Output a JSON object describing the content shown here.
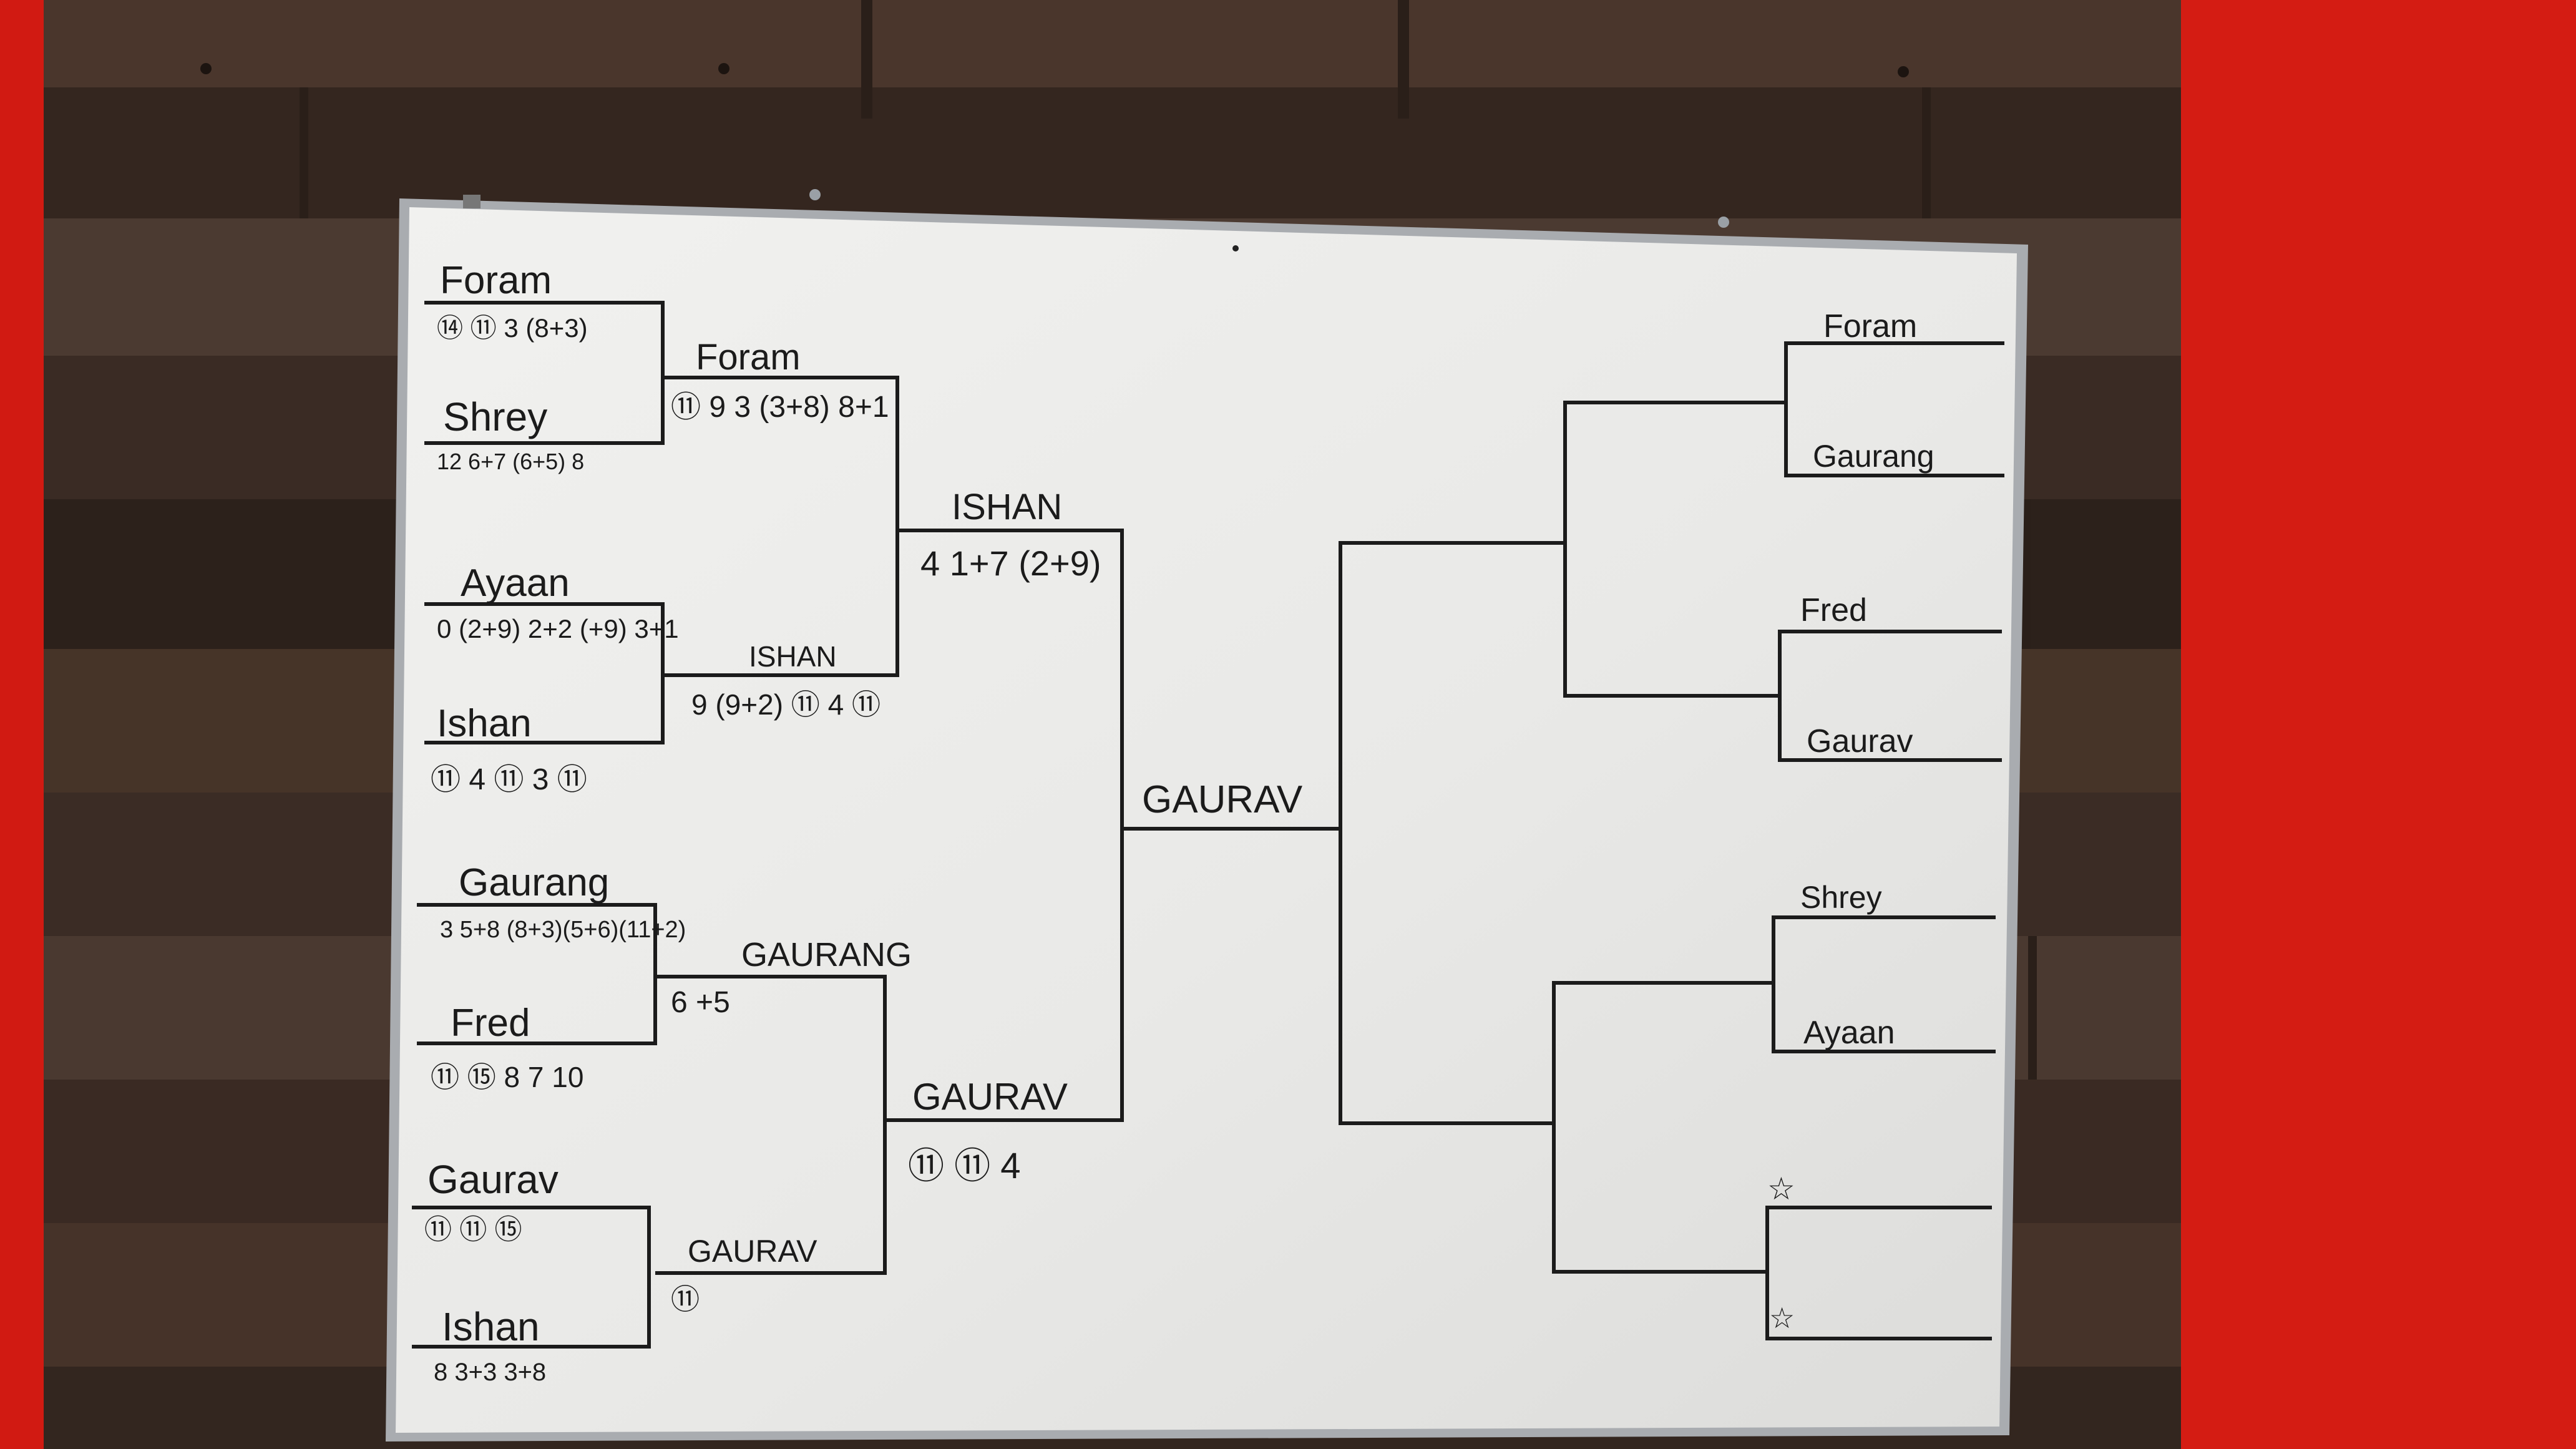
{
  "scene": {
    "colors": {
      "wall_red": "#d11a12",
      "wood_dark": "#3a2a22",
      "wood_mid": "#4d3a30",
      "board_white": "#ebebe9",
      "board_frame": "#b9bcc0",
      "marker": "#1b1b1b"
    }
  },
  "bracket_left": {
    "round1": [
      {
        "name": "Foram",
        "scores": "⑭ ⑪ 3 (8+3)"
      },
      {
        "name": "Shrey",
        "scores": "12 6+7 (6+5) 8"
      },
      {
        "name": "Ayaan",
        "scores": "0 (2+9) 2+2 (+9) 3+1"
      },
      {
        "name": "Ishan",
        "scores": "⑪ 4 ⑪ 3 ⑪"
      },
      {
        "name": "Gaurang",
        "scores": "3 5+8 (8+3)(5+6)(11+2)"
      },
      {
        "name": "Fred",
        "scores": "⑪ ⑮ 8 7 10"
      },
      {
        "name": "Gaurav",
        "scores": "⑪ ⑪ ⑮"
      },
      {
        "name": "Ishan",
        "scores": "8 3+3 3+8"
      }
    ],
    "round2": [
      {
        "name": "Foram",
        "scores": "⑪ 9 3 (3+8) 8+1"
      },
      {
        "name": "ISHAN",
        "scores": "9 (9+2) ⑪ 4 ⑪"
      },
      {
        "name": "GAURANG",
        "scores": "6 +5"
      },
      {
        "name": "GAURAV",
        "scores": "⑪"
      }
    ],
    "round3": [
      {
        "name": "ISHAN",
        "scores": "4 1+7 (2+9)"
      },
      {
        "name": "GAURAV",
        "scores": "⑪ ⑪ 4"
      }
    ],
    "final": {
      "name": "GAURAV"
    }
  },
  "bracket_right": {
    "entries": [
      {
        "name": "Foram"
      },
      {
        "name": "Gaurang"
      },
      {
        "name": "Fred"
      },
      {
        "name": "Gaurav"
      },
      {
        "name": "Shrey"
      },
      {
        "name": "Ayaan"
      },
      {
        "name": "☆"
      },
      {
        "name": "☆"
      }
    ]
  }
}
